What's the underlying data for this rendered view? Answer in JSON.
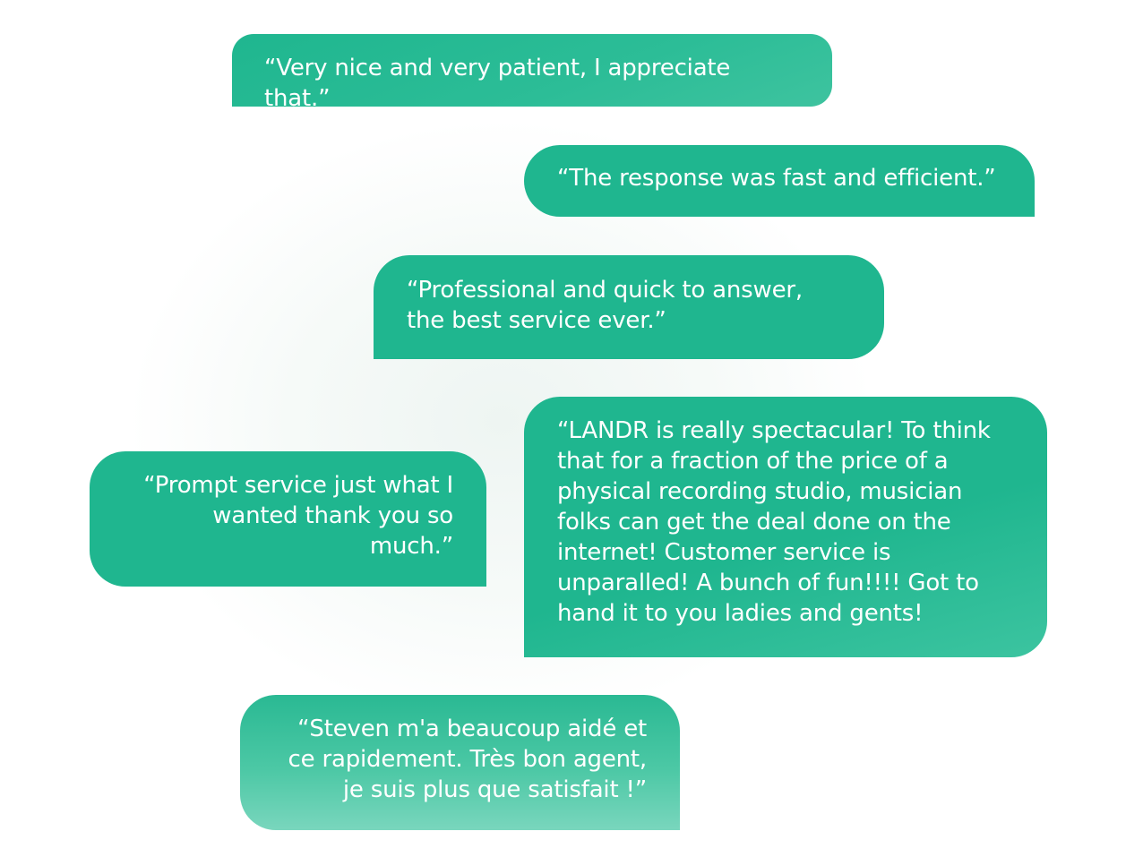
{
  "testimonials": [
    {
      "text": "“Very nice and very patient, I appreciate that.”"
    },
    {
      "text": "“The response was fast and efficient.”"
    },
    {
      "text": "“Professional and quick to answer,\nthe best service ever.”"
    },
    {
      "text": "“Prompt service just what I\nwanted thank you so\nmuch.”"
    },
    {
      "text": "“LANDR is really spectacular! To think\nthat for a fraction of the price of a\nphysical recording studio, musician\nfolks can get the deal done on the\ninternet! Customer service is\nunparalled! A bunch of fun!!!! Got to\nhand it to you ladies and gents!"
    },
    {
      "text": "“Steven m'a beaucoup aidé et\nce rapidement. Très bon agent,\nje suis plus que satisfait !”"
    }
  ],
  "colors": {
    "bubble": "#1fb68f",
    "text": "#ffffff",
    "background": "#ffffff"
  }
}
